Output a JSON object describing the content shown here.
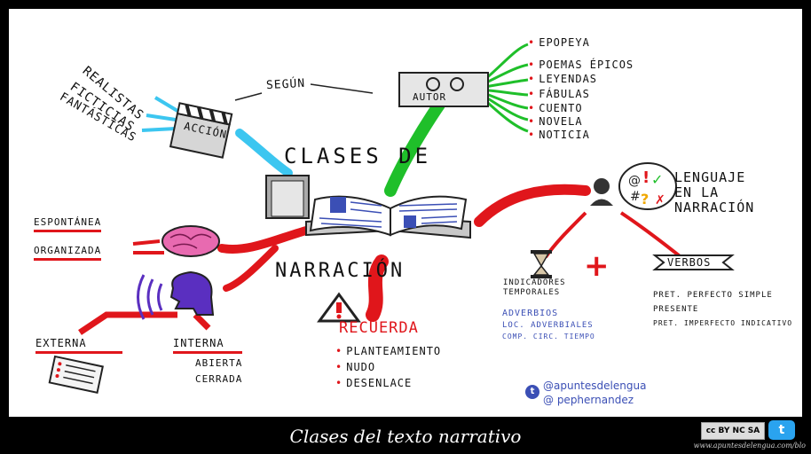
{
  "title": {
    "line1": "CLASES DE",
    "line2": "NARRACIÓN"
  },
  "segun": "SEGÚN",
  "autor": "AUTOR",
  "accion": "ACCIÓN",
  "accion_types": [
    "REALISTAS",
    "FICTICIAS",
    "FANTÁSTICAS"
  ],
  "autor_types": [
    "EPOPEYA",
    "POEMAS ÉPICOS",
    "LEYENDAS",
    "FÁBULAS",
    "CUENTO",
    "NOVELA",
    "NOTICIA"
  ],
  "forms": [
    "ESPONTÁNEA",
    "ORGANIZADA"
  ],
  "voice": {
    "externa": "EXTERNA",
    "interna": "INTERNA",
    "interna_items": [
      "ABIERTA",
      "CERRADA"
    ]
  },
  "recuerda": {
    "title": "RECUERDA",
    "items": [
      "PLANTEAMIENTO",
      "NUDO",
      "DESENLACE"
    ]
  },
  "lenguaje": {
    "title_lines": [
      "LENGUAJE",
      "EN LA",
      "NARRACIÓN"
    ],
    "indicadores": {
      "title_lines": [
        "INDICADORES",
        "TEMPORALES"
      ],
      "items": [
        "ADVERBIOS",
        "LOC. ADVERBIALES",
        "COMP. CIRC. TIEMPO"
      ]
    },
    "verbos": {
      "title": "VERBOS",
      "items": [
        "PRET. PERFECTO SIMPLE",
        "PRESENTE",
        "PRET. IMPERFECTO INDICATIVO"
      ]
    },
    "plus": "+"
  },
  "social": [
    "@apuntesdelengua",
    "@ pephernandez"
  ],
  "footer": {
    "title": "Clases del texto narrativo",
    "url": "www.apuntesdelengua.com/blo",
    "cc": "cc BY NC SA",
    "tw": "t"
  },
  "colors": {
    "red": "#e0161b",
    "green": "#1fbf2a",
    "cyan": "#3cc6f0",
    "purple": "#5a2fc0",
    "blue": "#3b4fb5"
  }
}
